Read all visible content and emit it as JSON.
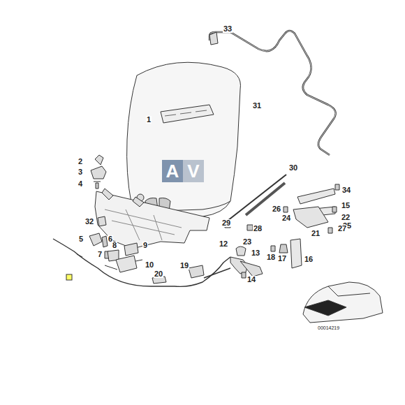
{
  "diagram": {
    "nodes": [
      {
        "text": [
          "A"
        ]
      },
      {
        "text": [
          "V"
        ]
      }
    ],
    "labels": [
      "33",
      "31",
      "1",
      "2",
      "3",
      "4",
      "30",
      "34",
      "15",
      "22",
      "26",
      "25",
      "24",
      "28",
      "29",
      "23",
      "21",
      "27",
      "32",
      "5",
      "6",
      "7",
      "8",
      "9",
      "10",
      "20",
      "19",
      "12",
      "13",
      "18",
      "17",
      "16",
      "14",
      "00014219"
    ]
  }
}
